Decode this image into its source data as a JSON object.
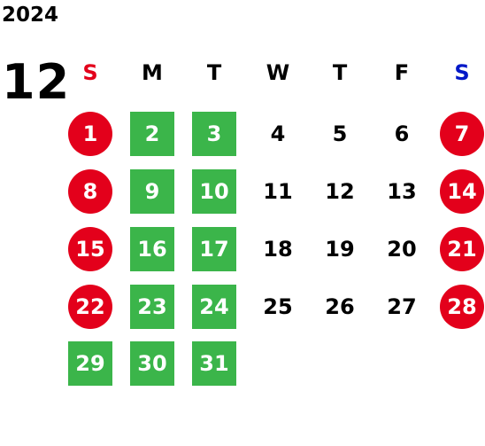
{
  "calendar": {
    "year": "2024",
    "month": "12",
    "weekdays": [
      {
        "label": "S",
        "color": "#e3001b"
      },
      {
        "label": "M",
        "color": "#000000"
      },
      {
        "label": "T",
        "color": "#000000"
      },
      {
        "label": "W",
        "color": "#000000"
      },
      {
        "label": "T",
        "color": "#000000"
      },
      {
        "label": "F",
        "color": "#000000"
      },
      {
        "label": "S",
        "color": "#0018c8"
      }
    ],
    "colors": {
      "holiday": "#e3001b",
      "closed": "#3bb54a"
    },
    "weeks": [
      [
        {
          "day": "1",
          "style": "holiday"
        },
        {
          "day": "2",
          "style": "closed"
        },
        {
          "day": "3",
          "style": "closed"
        },
        {
          "day": "4",
          "style": "plain"
        },
        {
          "day": "5",
          "style": "plain"
        },
        {
          "day": "6",
          "style": "plain"
        },
        {
          "day": "7",
          "style": "holiday"
        }
      ],
      [
        {
          "day": "8",
          "style": "holiday"
        },
        {
          "day": "9",
          "style": "closed"
        },
        {
          "day": "10",
          "style": "closed"
        },
        {
          "day": "11",
          "style": "plain"
        },
        {
          "day": "12",
          "style": "plain"
        },
        {
          "day": "13",
          "style": "plain"
        },
        {
          "day": "14",
          "style": "holiday"
        }
      ],
      [
        {
          "day": "15",
          "style": "holiday"
        },
        {
          "day": "16",
          "style": "closed"
        },
        {
          "day": "17",
          "style": "closed"
        },
        {
          "day": "18",
          "style": "plain"
        },
        {
          "day": "19",
          "style": "plain"
        },
        {
          "day": "20",
          "style": "plain"
        },
        {
          "day": "21",
          "style": "holiday"
        }
      ],
      [
        {
          "day": "22",
          "style": "holiday"
        },
        {
          "day": "23",
          "style": "closed"
        },
        {
          "day": "24",
          "style": "closed"
        },
        {
          "day": "25",
          "style": "plain"
        },
        {
          "day": "26",
          "style": "plain"
        },
        {
          "day": "27",
          "style": "plain"
        },
        {
          "day": "28",
          "style": "holiday"
        }
      ],
      [
        {
          "day": "29",
          "style": "closed"
        },
        {
          "day": "30",
          "style": "closed"
        },
        {
          "day": "31",
          "style": "closed"
        }
      ]
    ]
  }
}
